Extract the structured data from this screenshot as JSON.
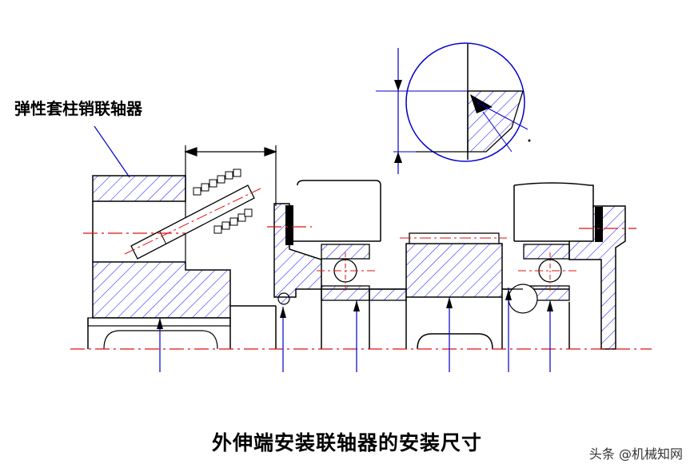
{
  "labels": {
    "coupling_name": "弹性套柱销联轴器",
    "caption": "外伸端安装联轴器的安装尺寸",
    "watermark": "头条 @机械知网"
  },
  "colors": {
    "outline": "#000000",
    "hatch": "#1e1eff",
    "center_line": "#e11010",
    "dimension": "#0000cc"
  }
}
